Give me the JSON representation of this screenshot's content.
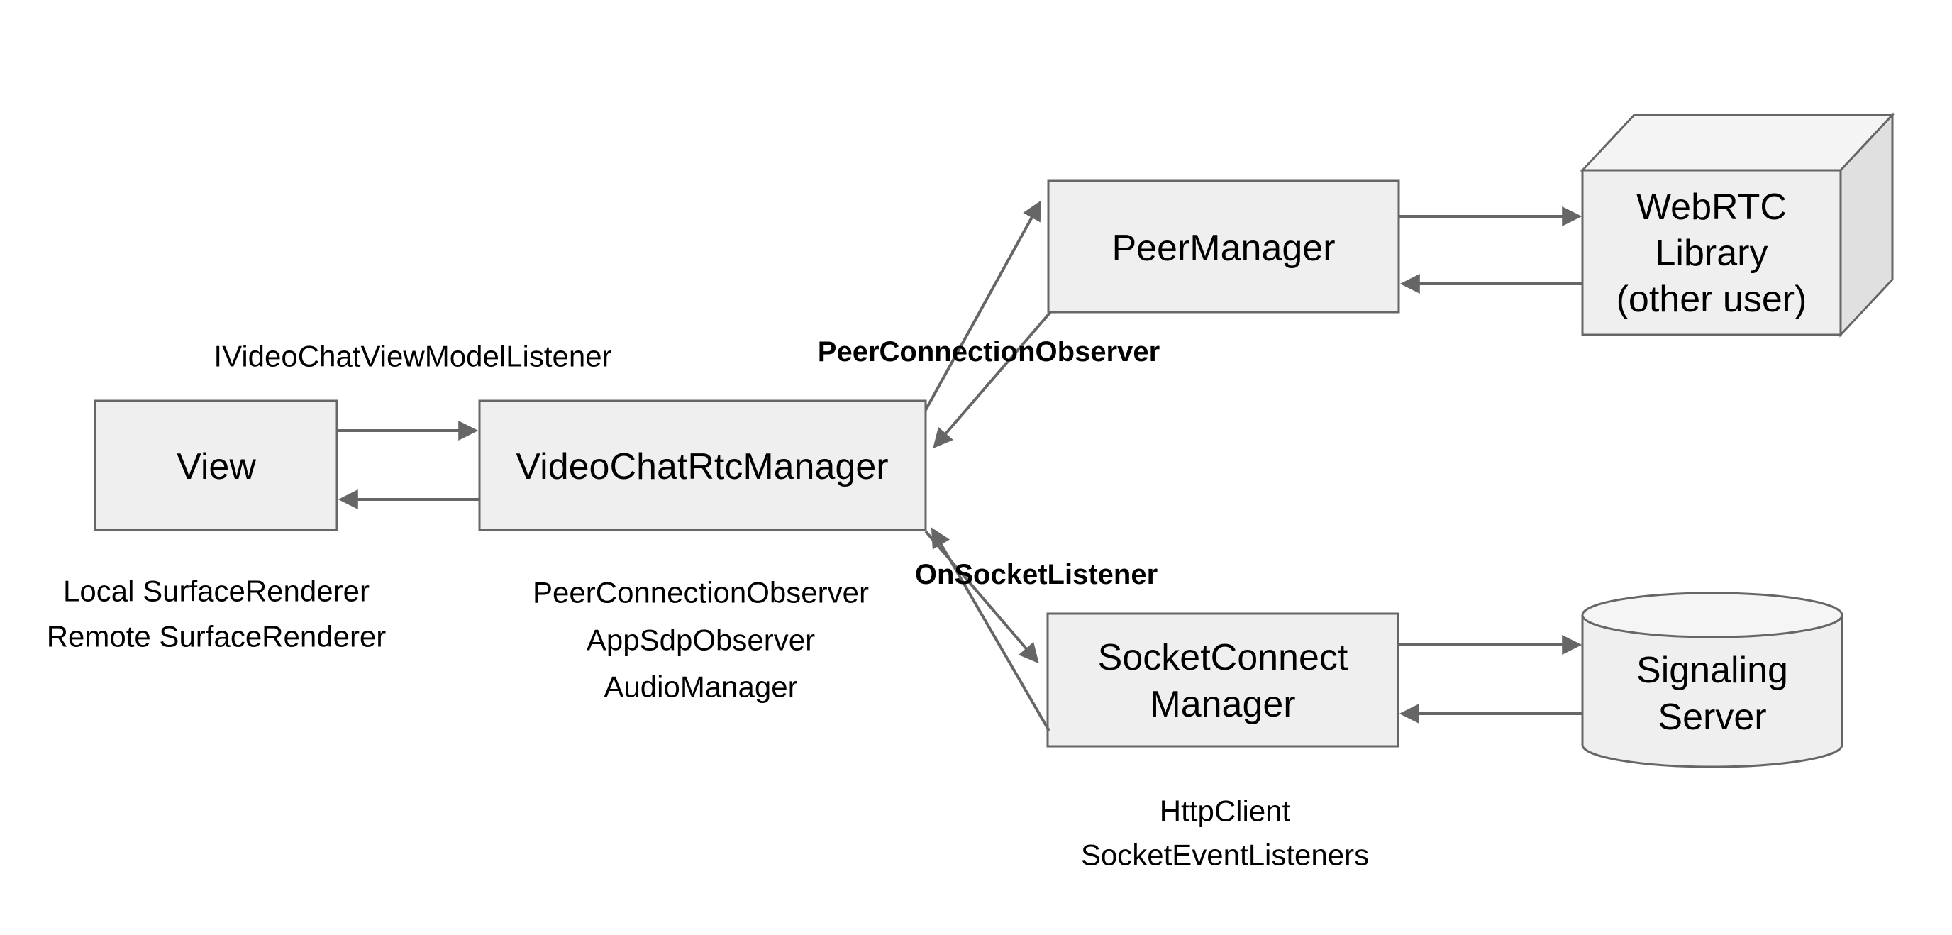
{
  "colors": {
    "background": "#ffffff",
    "node_fill": "#efefef",
    "node_stroke": "#666666",
    "arrow": "#666666",
    "text": "#000000",
    "cube_top_fill": "#f4f4f4",
    "cube_side_fill": "#e0e0e0",
    "cylinder_top_fill": "#f5f5f5"
  },
  "diagram": {
    "nodes": {
      "view": {
        "label": "View",
        "annotations": [
          "Local SurfaceRenderer",
          "Remote SurfaceRenderer"
        ]
      },
      "video_chat_rtc_manager": {
        "label": "VideoChatRtcManager",
        "annotations": [
          "PeerConnectionObserver",
          "AppSdpObserver",
          "AudioManager"
        ]
      },
      "peer_manager": {
        "label": "PeerManager"
      },
      "socket_connect_manager": {
        "lines": [
          "SocketConnect",
          "Manager"
        ],
        "annotations": [
          "HttpClient",
          "SocketEventListeners"
        ]
      },
      "webrtc_library": {
        "lines": [
          "WebRTC",
          "Library",
          "(other user)"
        ]
      },
      "signaling_server": {
        "lines": [
          "Signaling",
          "Server"
        ]
      }
    },
    "edge_labels": {
      "view_model_listener": "IVideoChatViewModelListener",
      "peer_connection_observer": "PeerConnectionObserver",
      "on_socket_listener": "OnSocketListener"
    }
  }
}
